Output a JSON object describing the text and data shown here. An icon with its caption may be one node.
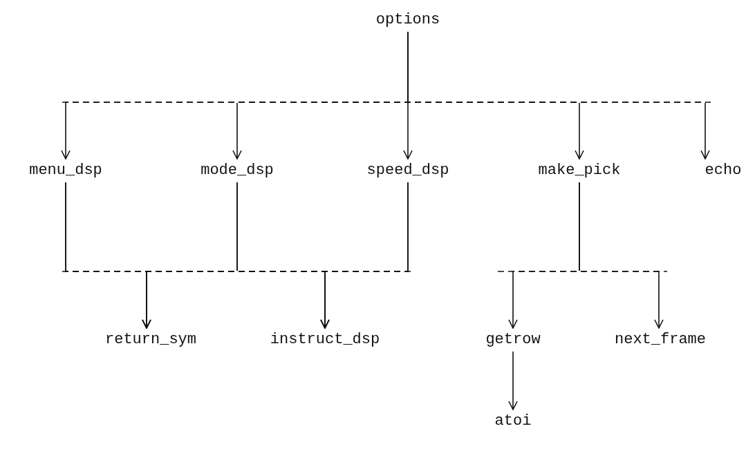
{
  "diagram": {
    "nodes": [
      {
        "text": [
          "options"
        ]
      },
      {
        "text": [
          "menu_dsp"
        ]
      },
      {
        "text": [
          "mode_dsp"
        ]
      },
      {
        "text": [
          "speed_dsp"
        ]
      },
      {
        "text": [
          "make_pick"
        ]
      },
      {
        "text": [
          "echo"
        ]
      },
      {
        "text": [
          "return_sym"
        ]
      },
      {
        "text": [
          "instruct_dsp"
        ]
      },
      {
        "text": [
          "getrow"
        ]
      },
      {
        "text": [
          "next_frame"
        ]
      },
      {
        "text": [
          "atoi"
        ]
      }
    ],
    "edges": [
      {
        "from": 0,
        "to": 1,
        "arrow": "to"
      },
      {
        "from": 0,
        "to": 2,
        "arrow": "to"
      },
      {
        "from": 0,
        "to": 3,
        "arrow": "to"
      },
      {
        "from": 0,
        "to": 4,
        "arrow": "to"
      },
      {
        "from": 0,
        "to": 5,
        "arrow": "to"
      },
      {
        "from": 1,
        "to": 6,
        "arrow": "to"
      },
      {
        "from": 1,
        "to": 7,
        "arrow": "to"
      },
      {
        "from": 2,
        "to": 6,
        "arrow": "to"
      },
      {
        "from": 2,
        "to": 7,
        "arrow": "to"
      },
      {
        "from": 3,
        "to": 6,
        "arrow": "to"
      },
      {
        "from": 3,
        "to": 7,
        "arrow": "to"
      },
      {
        "from": 4,
        "to": 8,
        "arrow": "to"
      },
      {
        "from": 4,
        "to": 9,
        "arrow": "to"
      },
      {
        "from": 8,
        "to": 10,
        "arrow": "to"
      }
    ]
  }
}
